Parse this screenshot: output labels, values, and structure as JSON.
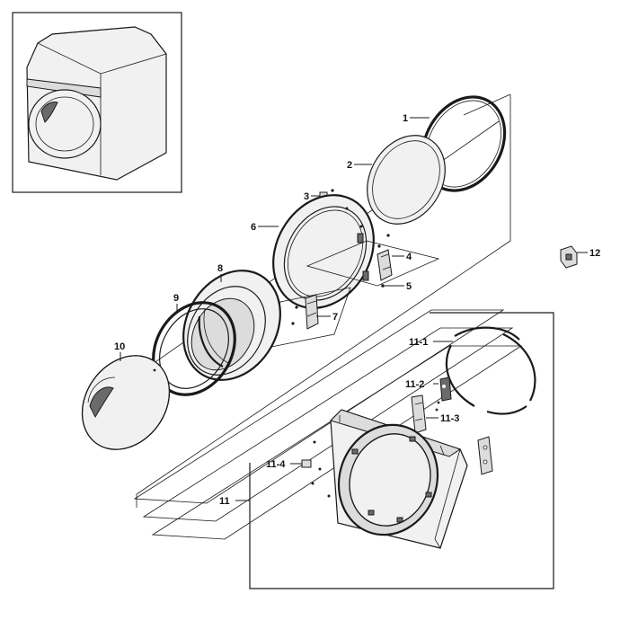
{
  "callouts": {
    "c1": "1",
    "c2": "2",
    "c3": "3",
    "c4": "4",
    "c5": "5",
    "c6": "6",
    "c7": "7",
    "c8": "8",
    "c9": "9",
    "c10": "10",
    "c11": "11",
    "c11_1": "11-1",
    "c11_2": "11-2",
    "c11_3": "11-3",
    "c11_4": "11-4",
    "c12": "12"
  },
  "colors": {
    "line": "#1a1a1a",
    "background": "#ffffff"
  }
}
